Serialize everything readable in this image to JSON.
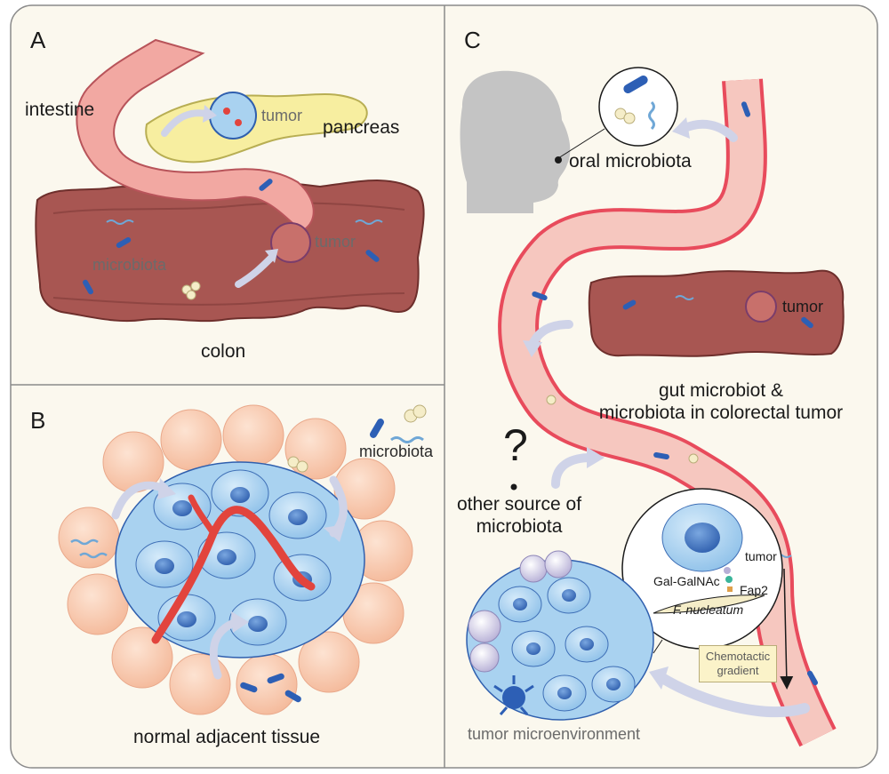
{
  "panels": {
    "a": {
      "letter": "A",
      "labels": {
        "intestine": "intestine",
        "tumor_pancreas": "tumor",
        "pancreas": "pancreas",
        "tumor_colon": "tumor",
        "microbiota": "microbiota",
        "colon": "colon"
      }
    },
    "b": {
      "letter": "B",
      "labels": {
        "microbiota": "microbiota",
        "normal_adjacent_tissue": "normal adjacent tissue"
      }
    },
    "c": {
      "letter": "C",
      "labels": {
        "oral_microbiota": "oral microbiota",
        "tumor": "tumor",
        "gut_line1": "gut microbiot &",
        "gut_line2": "microbiota in colorectal tumor",
        "question_mark": "?",
        "other_line1": "other source of",
        "other_line2": "microbiota",
        "inset_tumor": "tumor",
        "gal_galnac": "Gal-GalNAc",
        "fap2": "Fap2",
        "f_nucleatum": "F. nucleatum",
        "chemotactic_line1": "Chemotactic",
        "chemotactic_line2": "gradient",
        "tumor_microenvironment": "tumor microenvironment"
      }
    }
  },
  "colors": {
    "background": "#fbf8ee",
    "colon_fill": "#a85652",
    "intestine_fill": "#f2a8a2",
    "pancreas_fill": "#f7eea0",
    "tumor_cell": "#a9d2f0",
    "nucleus": "#4f82c9",
    "normal_cell": "#f6c6ab",
    "blood_vessel": "#e2443d",
    "bacteria_rod": "#2d5fb5",
    "arrow": "#cfd3e8"
  }
}
